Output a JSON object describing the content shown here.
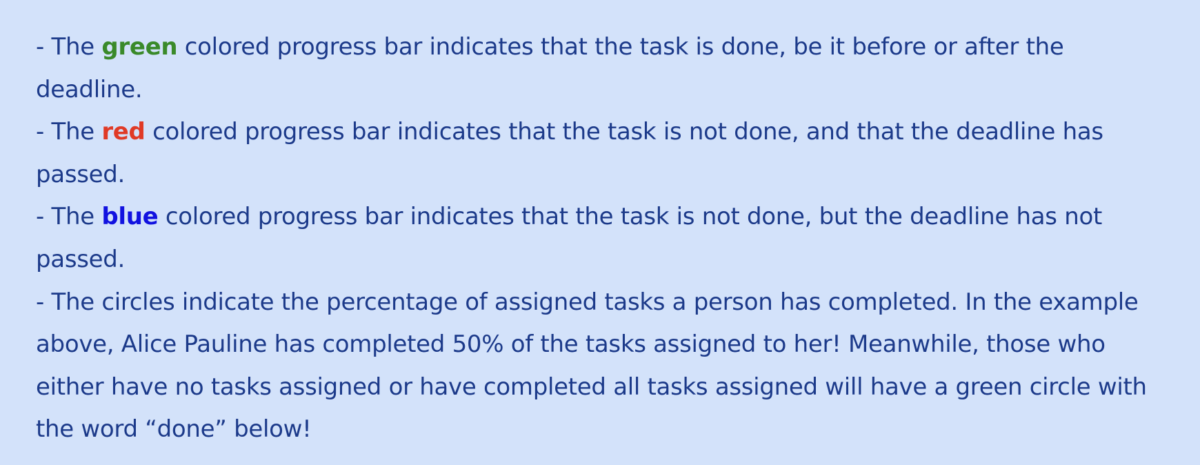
{
  "legend": {
    "green_item": {
      "prefix": "- The ",
      "keyword": "green",
      "rest": " colored progress bar indicates that the task is done, be it before or after the deadline."
    },
    "red_item": {
      "prefix": "- The ",
      "keyword": "red",
      "rest": " colored progress bar indicates that the task is not done, and that the deadline has passed."
    },
    "blue_item": {
      "prefix": "- The ",
      "keyword": "blue",
      "rest": " colored progress bar indicates that the task is not done, but the deadline has not passed."
    },
    "circles_item": {
      "text": "- The circles indicate the percentage of assigned tasks a person has completed. In the example above, Alice Pauline has completed 50% of the tasks assigned to her! Meanwhile, those who either have no tasks assigned or have completed all tasks assigned will have a green circle with the word “done” below!"
    }
  },
  "colors": {
    "background": "#d3e2fa",
    "text": "#1c3a8a",
    "green": "#3a8a2a",
    "red": "#e03a26",
    "blue": "#1212e0"
  }
}
